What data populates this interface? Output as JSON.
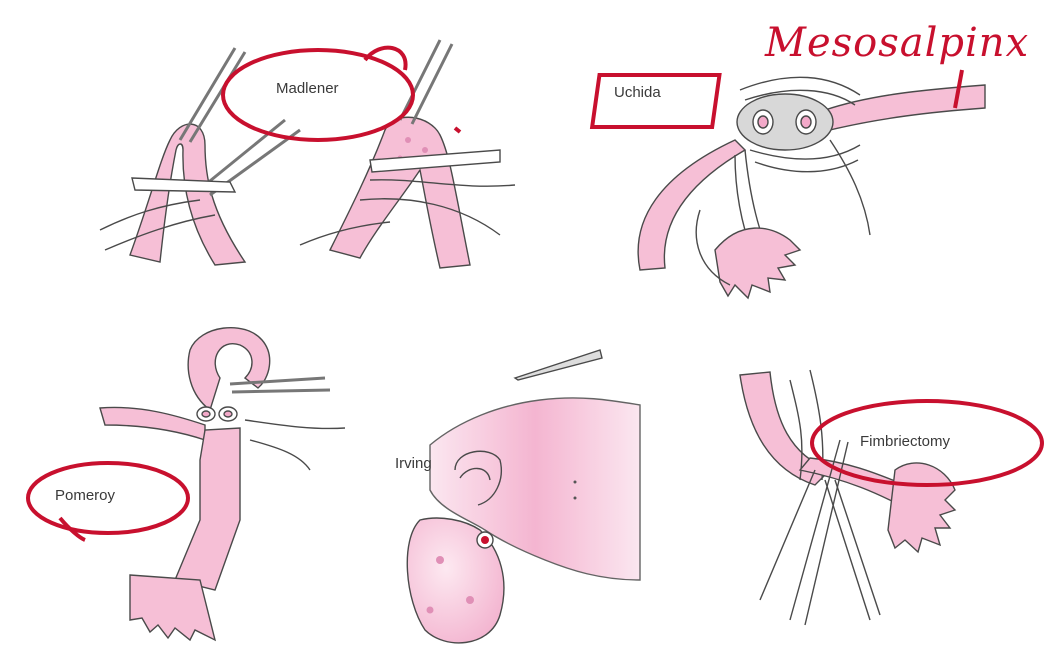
{
  "labels": {
    "madlener": "Madlener",
    "uchida": "Uchida",
    "pomeroy": "Pomeroy",
    "irving": "Irving",
    "fimbriectomy": "Fimbriectomy"
  },
  "annotation": {
    "handwritten": "Mesosalpinx",
    "ink_color": "#c8102e"
  },
  "colors": {
    "tube_fill": "#f6bfd6",
    "tube_stroke": "#4a4a4a",
    "instrument": "#8a8a8a"
  }
}
